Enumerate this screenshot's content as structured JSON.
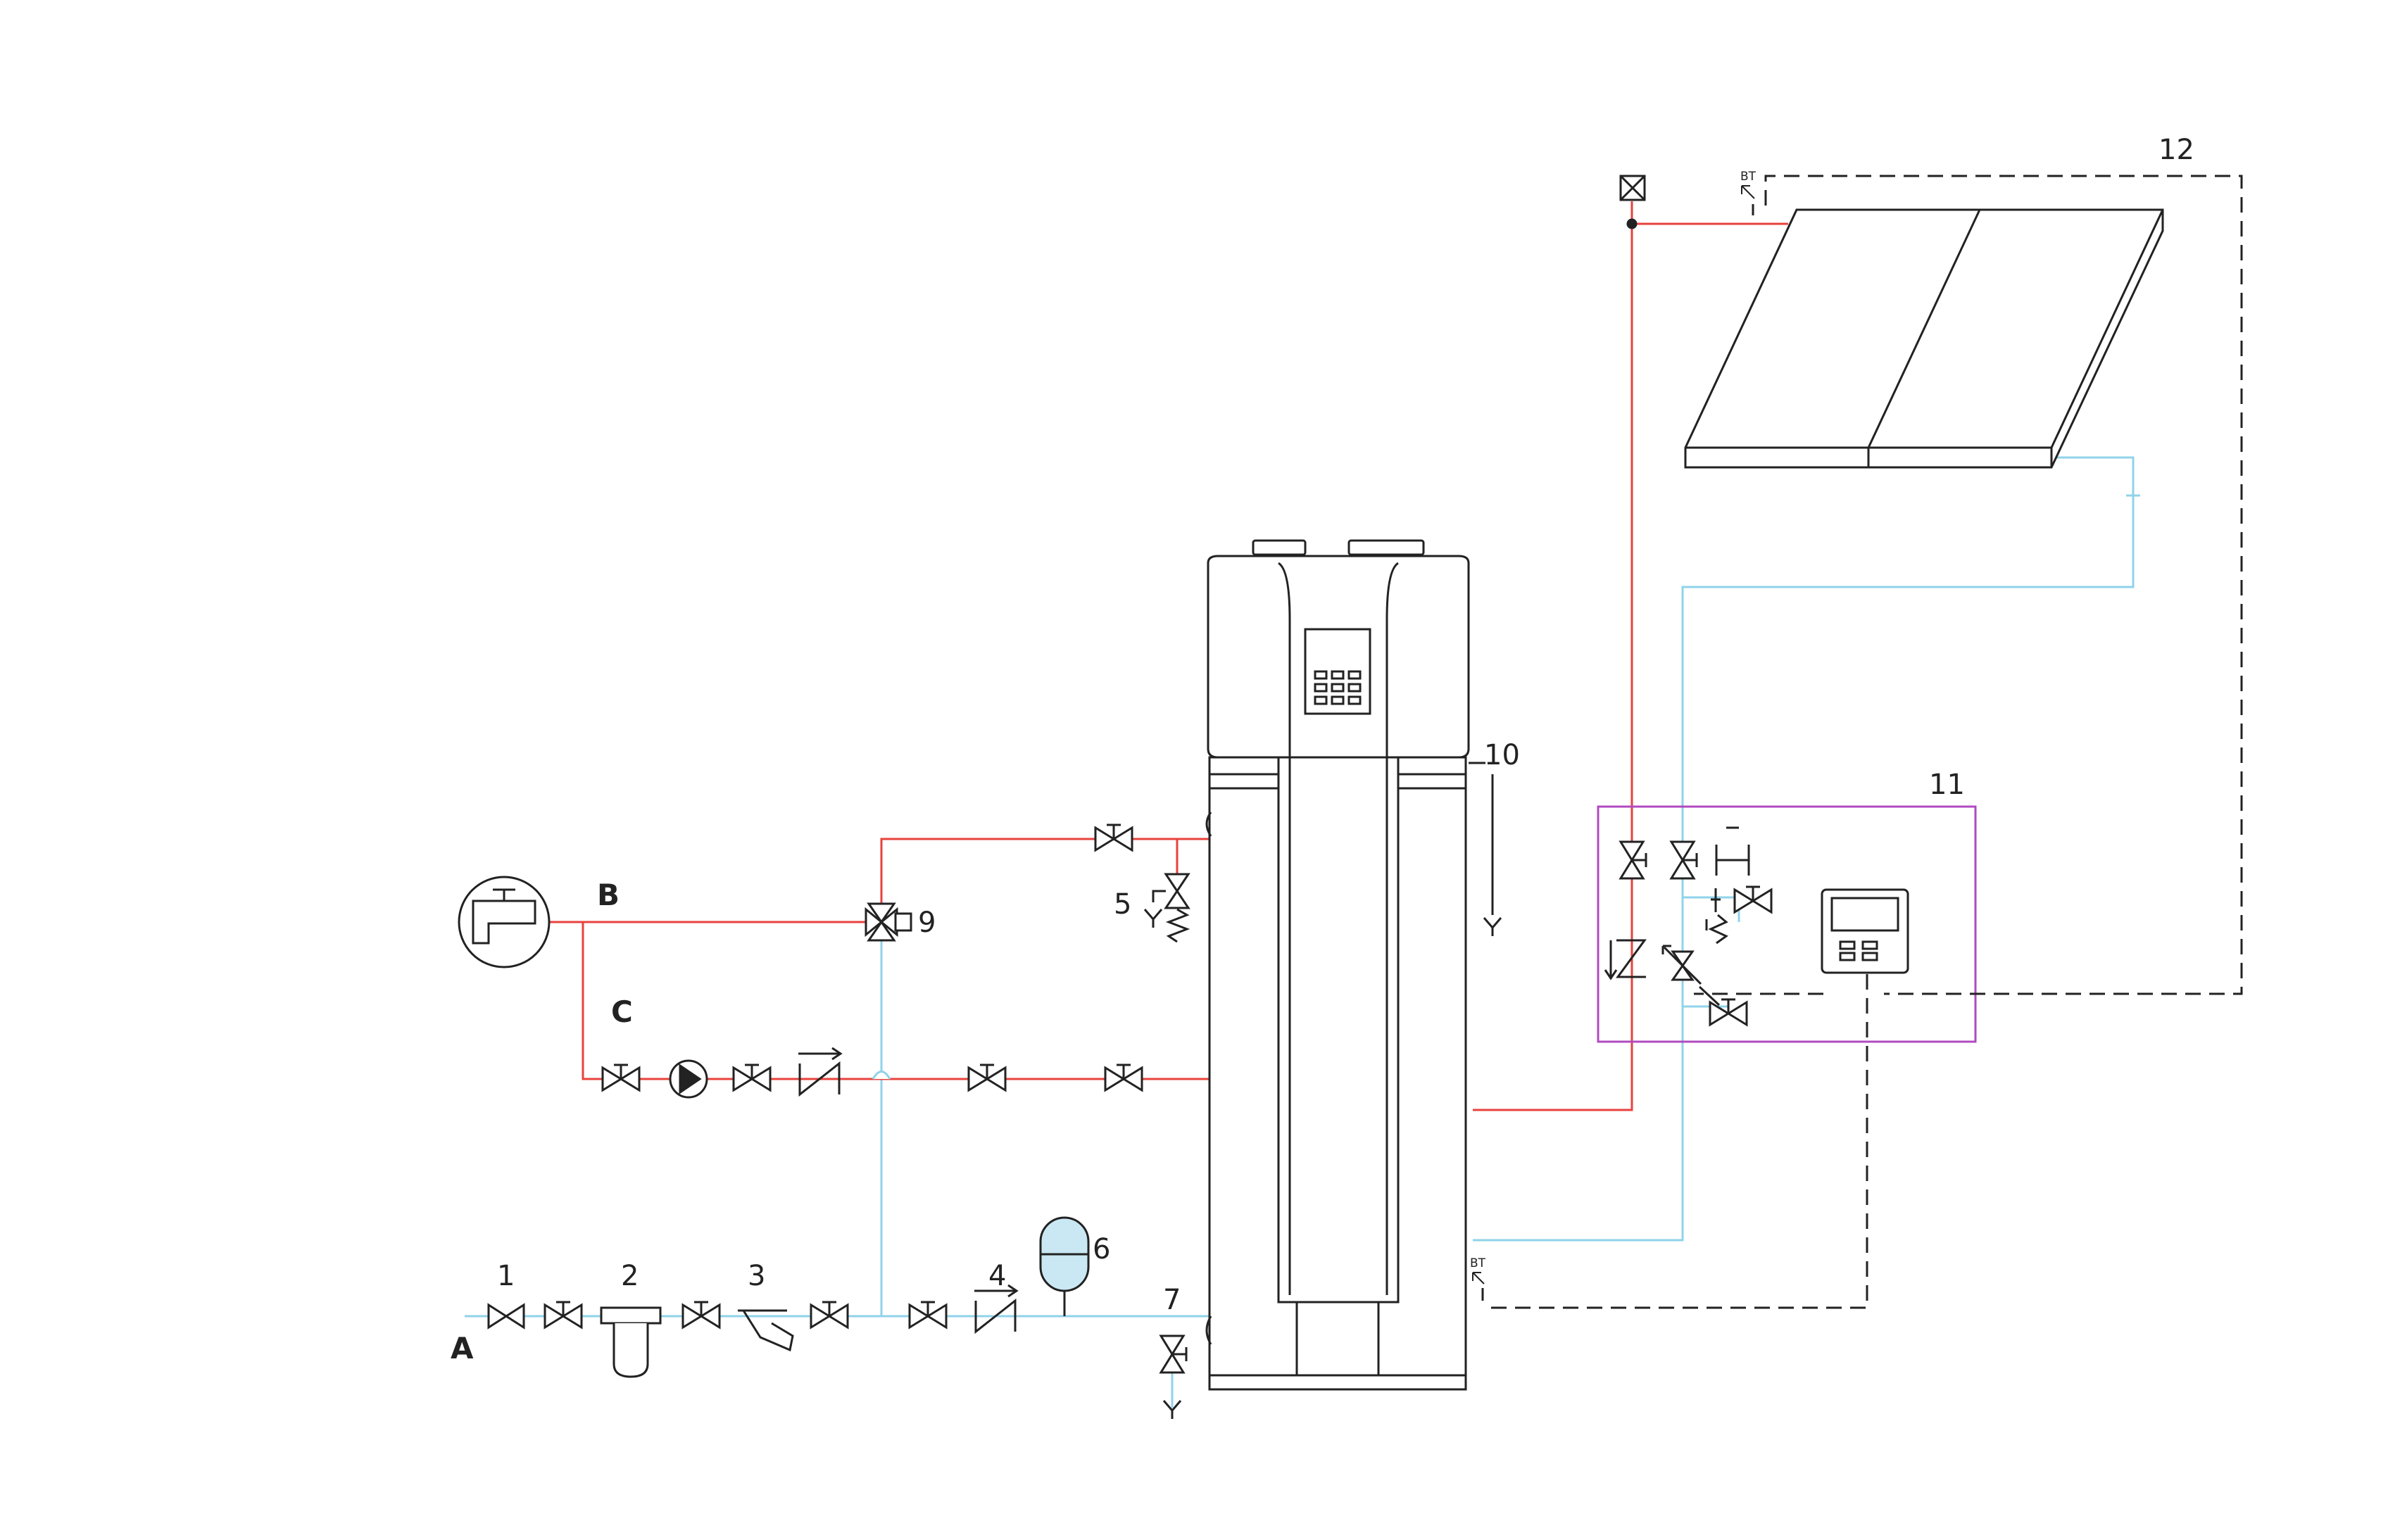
{
  "colors": {
    "hot": "#e8423c",
    "cold": "#8fd3ea",
    "line": "#222222",
    "module": "#b04ac0",
    "vessel_fill": "#c9e8f3"
  },
  "labels": {
    "A": "A",
    "B": "B",
    "C": "C",
    "n1": "1",
    "n2": "2",
    "n3": "3",
    "n4": "4",
    "n5": "5",
    "n6": "6",
    "n7": "7",
    "n9": "9",
    "n10": "10",
    "n11": "11",
    "n12": "12",
    "bt_top": "BT",
    "bt_tank": "BT"
  },
  "icons": [
    "tap-icon",
    "pump-icon",
    "valve-icon",
    "check-valve-icon",
    "filter-icon",
    "strainer-icon",
    "three-way-valve-icon",
    "safety-valve-icon",
    "expansion-vessel-icon",
    "air-vent-icon",
    "temperature-sensor-icon",
    "drain-funnel-icon",
    "controller-icon",
    "solar-collector-icon"
  ]
}
